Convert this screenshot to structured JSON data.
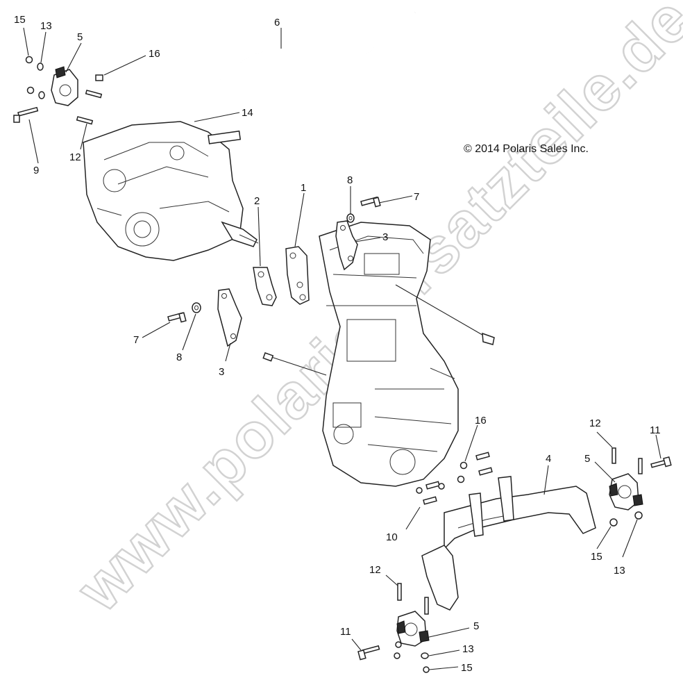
{
  "diagram": {
    "copyright": "© 2014 Polaris Sales Inc.",
    "watermark": "www.polaris-ersatzteile.de",
    "callouts": [
      {
        "id": "c-15-a",
        "text": "15"
      },
      {
        "id": "c-13-a",
        "text": "13"
      },
      {
        "id": "c-5-a",
        "text": "5"
      },
      {
        "id": "c-16-a",
        "text": "16"
      },
      {
        "id": "c-6",
        "text": "6"
      },
      {
        "id": "c-14",
        "text": "14"
      },
      {
        "id": "c-12-a",
        "text": "12"
      },
      {
        "id": "c-9",
        "text": "9"
      },
      {
        "id": "c-8-a",
        "text": "8"
      },
      {
        "id": "c-7-a",
        "text": "7"
      },
      {
        "id": "c-1",
        "text": "1"
      },
      {
        "id": "c-2",
        "text": "2"
      },
      {
        "id": "c-3-a",
        "text": "3"
      },
      {
        "id": "c-7-b",
        "text": "7"
      },
      {
        "id": "c-8-b",
        "text": "8"
      },
      {
        "id": "c-3-b",
        "text": "3"
      },
      {
        "id": "c-16-b",
        "text": "16"
      },
      {
        "id": "c-4",
        "text": "4"
      },
      {
        "id": "c-12-b",
        "text": "12"
      },
      {
        "id": "c-11-a",
        "text": "11"
      },
      {
        "id": "c-5-b",
        "text": "5"
      },
      {
        "id": "c-10",
        "text": "10"
      },
      {
        "id": "c-15-b",
        "text": "15"
      },
      {
        "id": "c-13-b",
        "text": "13"
      },
      {
        "id": "c-12-c",
        "text": "12"
      },
      {
        "id": "c-11-b",
        "text": "11"
      },
      {
        "id": "c-5-c",
        "text": "5"
      },
      {
        "id": "c-13-c",
        "text": "13"
      },
      {
        "id": "c-15-c",
        "text": "15"
      }
    ]
  }
}
